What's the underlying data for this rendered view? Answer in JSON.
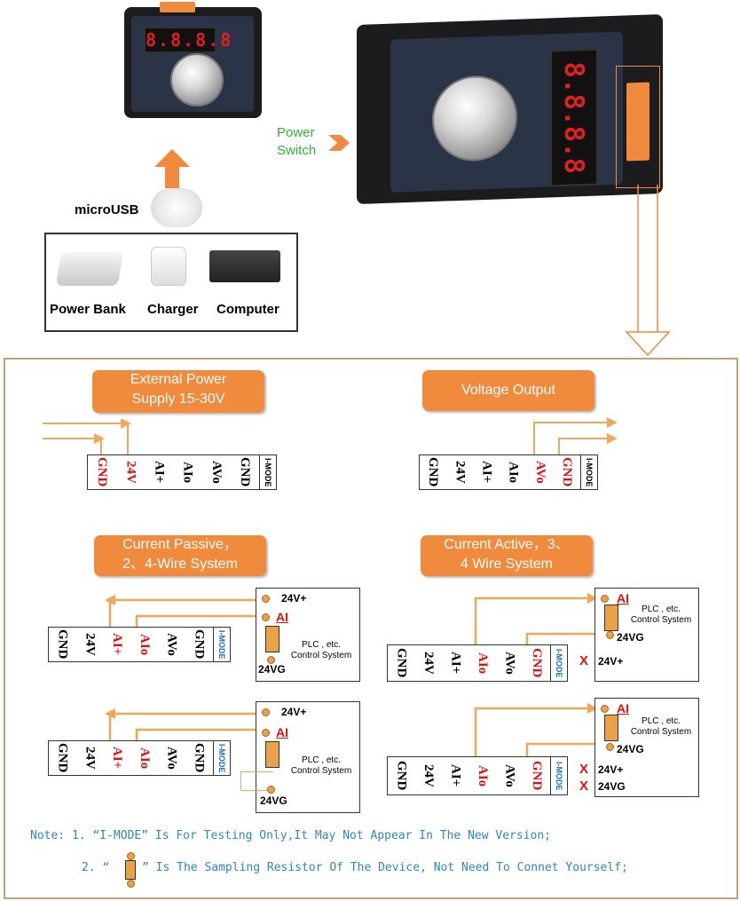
{
  "power_switch_label_1": "Power",
  "power_switch_label_2": "Switch",
  "micro_usb_label": "microUSB",
  "sources": [
    "Power Bank",
    "Charger",
    "Computer"
  ],
  "device_display": "8.8.8.8",
  "sections": {
    "external_power": {
      "title_1": "External Power",
      "title_2": "Supply 15-30V",
      "terminals": [
        "GND",
        "24V",
        "AI+",
        "AIo",
        "AVo",
        "GND"
      ],
      "mode": "I-MODE"
    },
    "voltage_output": {
      "title": "Voltage Output",
      "terminals": [
        "GND",
        "24V",
        "AI+",
        "AIo",
        "AVo",
        "GND"
      ],
      "mode": "I-MODE"
    },
    "current_passive": {
      "title_1": "Current Passive，",
      "title_2": "2、4-Wire System",
      "terminals": [
        "GND",
        "24V",
        "AI+",
        "AIo",
        "AVo",
        "GND"
      ],
      "mode": "I-MODE",
      "plc_top": "24V+",
      "plc_ai": "AI",
      "plc_text_1": "PLC , etc.",
      "plc_text_2": "Control System",
      "plc_bottom": "24VG"
    },
    "current_active": {
      "title_1": "Current Active，3、",
      "title_2": "4 Wire System",
      "terminals": [
        "GND",
        "24V",
        "AI+",
        "AIo",
        "AVo",
        "GND"
      ],
      "mode": "I-MODE",
      "plc_ai": "AI",
      "plc_text_1": "PLC , etc.",
      "plc_text_2": "Control System",
      "plc_mid": "24VG",
      "x_label_1": "X",
      "ext_1": "24V+",
      "x_label_2": "X",
      "x_label_3": "X",
      "ext_2": "24V+",
      "ext_3": "24VG"
    }
  },
  "notes": {
    "note1": "Note: 1. “I-MODE” Is For Testing Only,It May Not Appear In The New Version;",
    "note2_prefix": "2. “",
    "note2_suffix": "” Is The Sampling Resistor Of The Device, Not Need To Connet Yourself;"
  },
  "colors": {
    "accent_orange": "#f08a3c",
    "label_red": "#d11111",
    "note_blue": "#2e86c1",
    "switch_green": "#3aaa35"
  }
}
